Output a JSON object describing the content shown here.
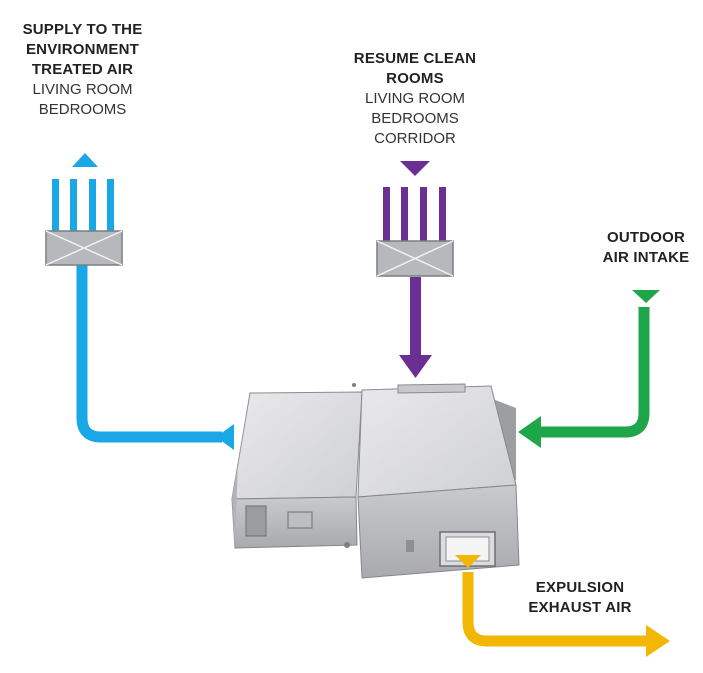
{
  "supply": {
    "title_lines": [
      "SUPPLY TO THE",
      "ENVIRONMENT",
      "TREATED AIR"
    ],
    "sub_lines": [
      "LIVING ROOM",
      "BEDROOMS"
    ],
    "color": "#1aa7e6"
  },
  "resume": {
    "title_lines": [
      "RESUME CLEAN",
      "ROOMS"
    ],
    "sub_lines": [
      "LIVING ROOM",
      "BEDROOMS",
      "CORRIDOR"
    ],
    "color": "#6a2f93"
  },
  "outdoor": {
    "title_lines": [
      "OUTDOOR",
      "AIR INTAKE"
    ],
    "color": "#1fa64a"
  },
  "expulsion": {
    "title_lines": [
      "EXPULSION",
      "EXHAUST AIR"
    ],
    "color": "#f2b705"
  },
  "grille_icon": "vent-grille-icon",
  "unit_icon": "heat-recovery-unit-icon"
}
